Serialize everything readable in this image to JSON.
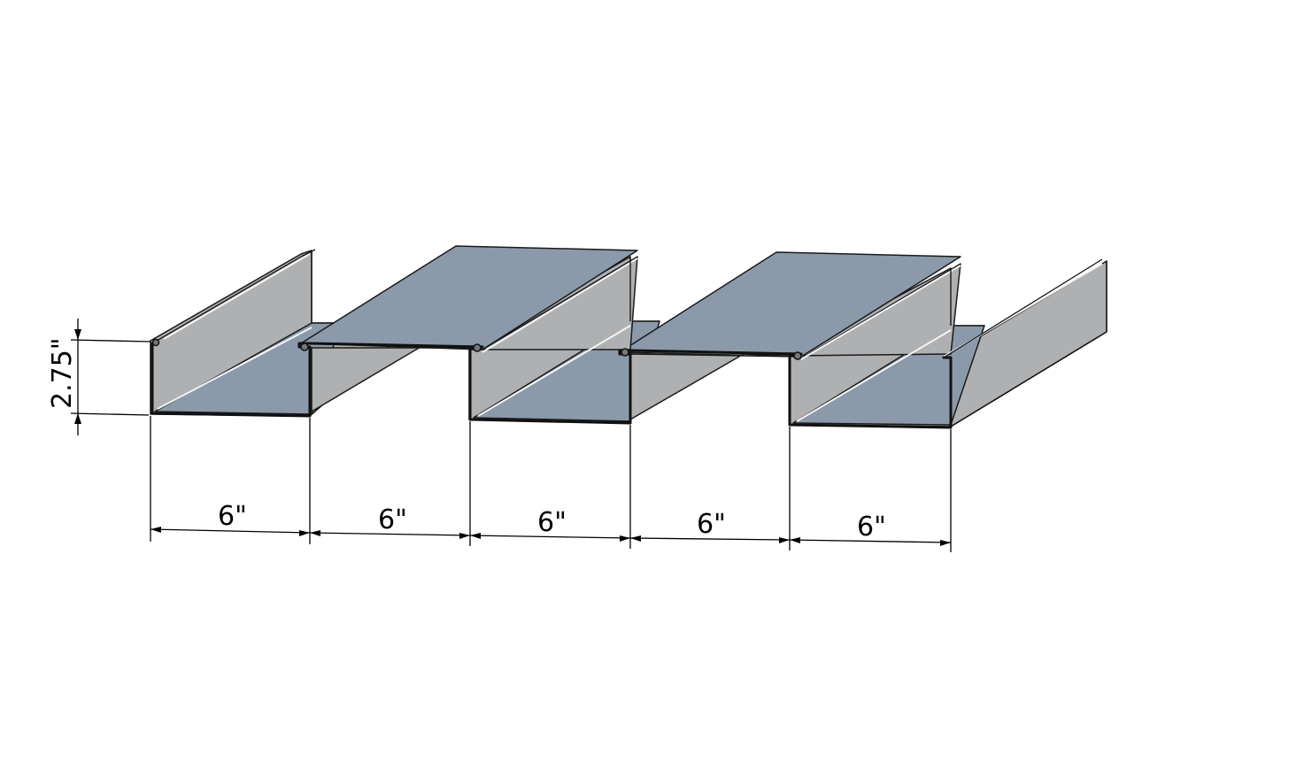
{
  "dimensions": {
    "height_label": "2.75\"",
    "width_labels": [
      "6\"",
      "6\"",
      "6\"",
      "6\"",
      "6\""
    ]
  },
  "colors": {
    "web_face": "#aeb0b2",
    "top_face": "#8a9aaa",
    "outline": "#111111"
  }
}
